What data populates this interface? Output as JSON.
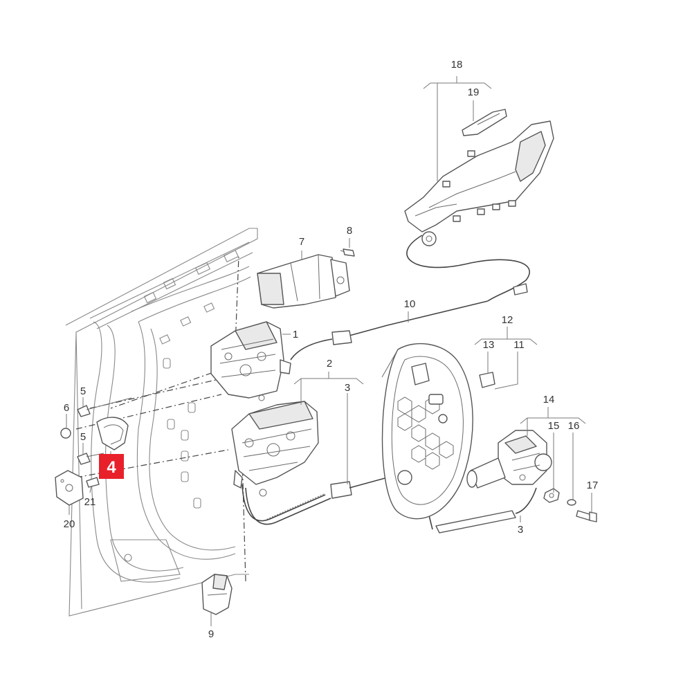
{
  "highlight": {
    "label": "4",
    "color": "#e8202a",
    "text_color": "#ffffff"
  },
  "labels": {
    "p1": "1",
    "p2": "2",
    "p3a": "3",
    "p3b": "3",
    "p5a": "5",
    "p5b": "5",
    "p6": "6",
    "p7": "7",
    "p8": "8",
    "p9": "9",
    "p10": "10",
    "p11": "11",
    "p12": "12",
    "p13": "13",
    "p14": "14",
    "p15": "15",
    "p16": "16",
    "p17": "17",
    "p18": "18",
    "p19": "19",
    "p20": "20",
    "p21": "21"
  }
}
